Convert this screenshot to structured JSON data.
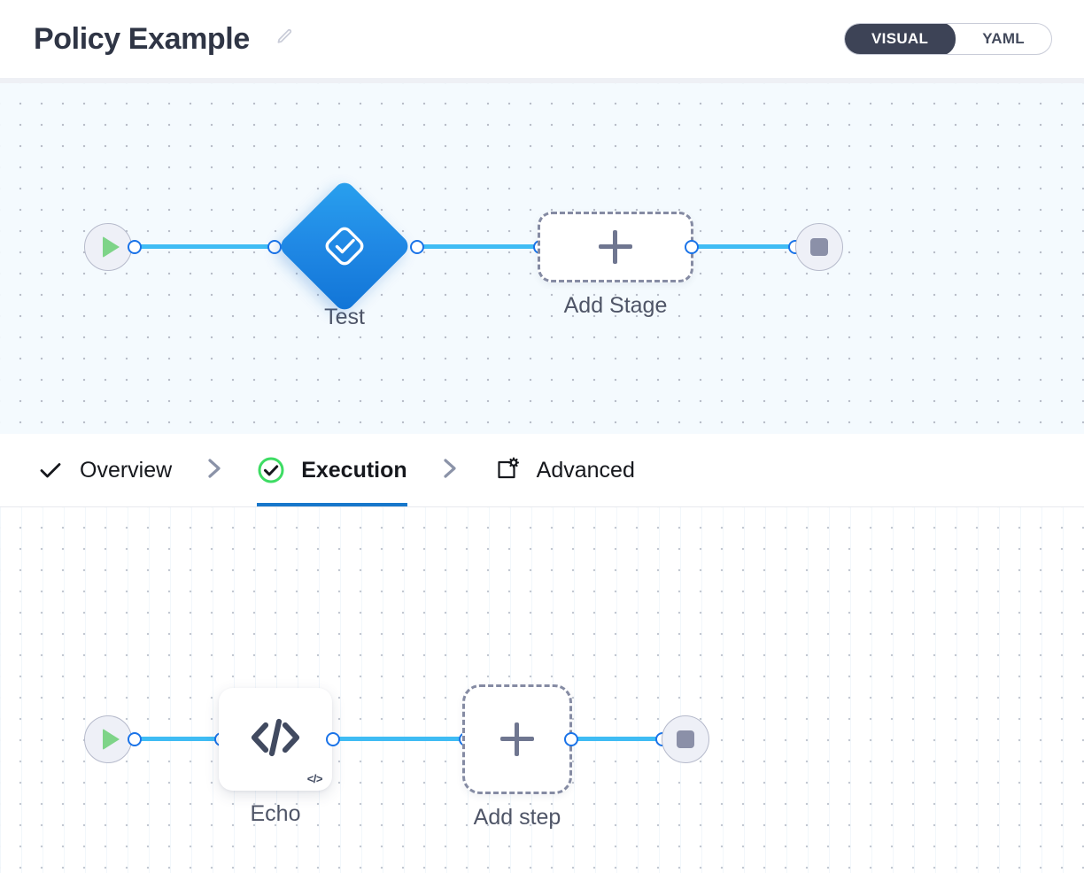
{
  "header": {
    "title": "Policy Example",
    "edit_icon": "pencil-icon",
    "view_toggle": {
      "options": [
        "VISUAL",
        "YAML"
      ],
      "selected": "VISUAL",
      "visual_label": "VISUAL",
      "yaml_label": "YAML"
    },
    "active_color": "#3d4356"
  },
  "stage_canvas": {
    "start_node": {
      "name": "start",
      "icon": "play-icon"
    },
    "stage_node": {
      "label": "Test",
      "icon": "check-diamond-icon",
      "color": "#2089e5"
    },
    "add_stage": {
      "label": "Add Stage",
      "icon": "plus-icon"
    },
    "end_node": {
      "name": "end",
      "icon": "stop-icon"
    },
    "edge_color": "#3fbcf4"
  },
  "tabs": {
    "items": [
      {
        "label": "Overview",
        "icon": "check-icon",
        "active": false
      },
      {
        "label": "Execution",
        "icon": "check-circle-green-icon",
        "active": true
      },
      {
        "label": "Advanced",
        "icon": "square-gear-icon",
        "active": false
      }
    ],
    "separator_icon": "chevron-right-icon",
    "active_underline_color": "#1777cb",
    "overview_label": "Overview",
    "execution_label": "Execution",
    "advanced_label": "Advanced"
  },
  "step_canvas": {
    "start_node": {
      "name": "start",
      "icon": "play-icon"
    },
    "step_node": {
      "label": "Echo",
      "icon": "code-icon",
      "badge": "</>"
    },
    "add_step": {
      "label": "Add step",
      "icon": "plus-icon"
    },
    "end_node": {
      "name": "end",
      "icon": "stop-icon"
    },
    "edge_color": "#3fbcf4"
  }
}
